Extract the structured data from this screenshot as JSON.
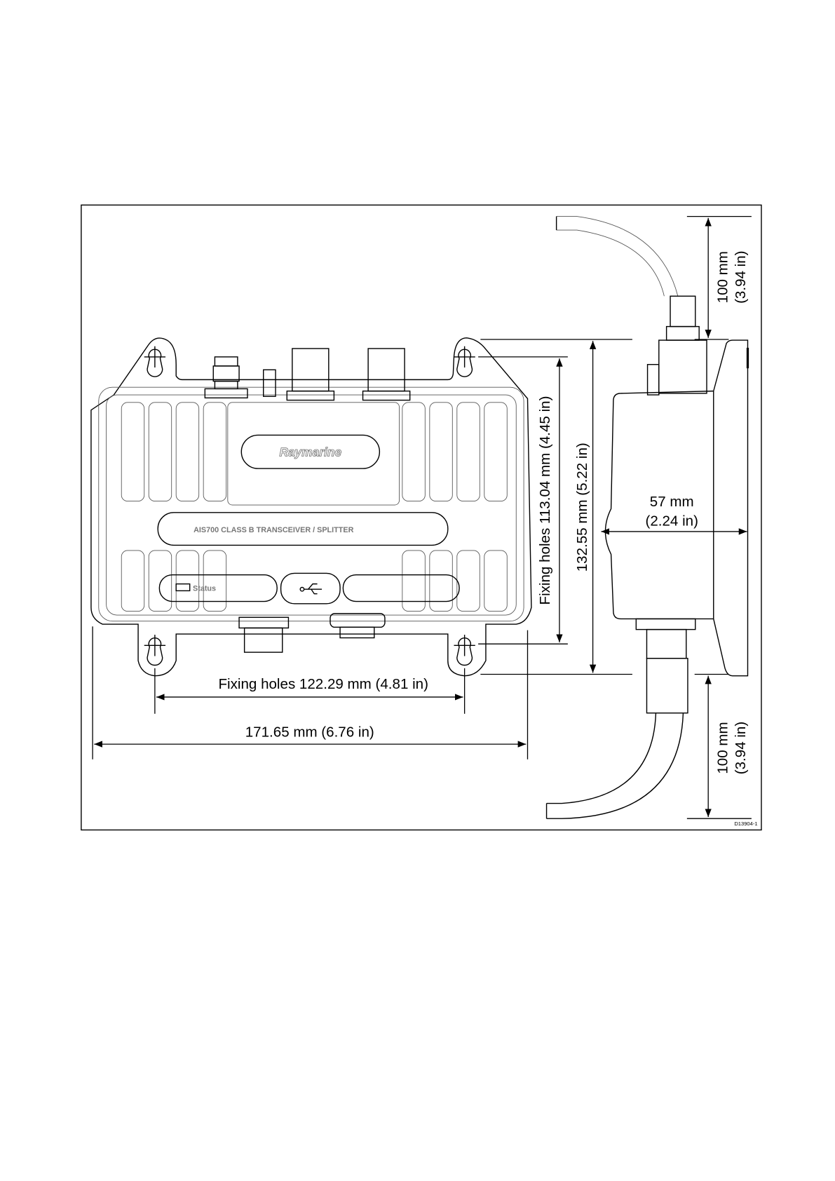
{
  "figure": {
    "id": "D13904-1",
    "product_label": "AIS700 CLASS B TRANSCEIVER / SPLITTER",
    "brand": "Raymarine",
    "status_label": "Status"
  },
  "dimensions": {
    "fixing_holes_horizontal": "Fixing holes 122.29 mm (4.81 in)",
    "overall_width": "171.65 mm (6.76 in)",
    "fixing_holes_vertical": "Fixing holes 113.04 mm (4.45 in)",
    "overall_height": "132.55 mm (5.22 in)",
    "depth_mm": "57 mm",
    "depth_in": "(2.24 in)",
    "cable_top_mm": "100 mm",
    "cable_top_in": "(3.94 in)",
    "cable_bottom_mm": "100 mm",
    "cable_bottom_in": "(3.94 in)"
  },
  "colors": {
    "line": "#000000",
    "hatch": "#888888"
  }
}
